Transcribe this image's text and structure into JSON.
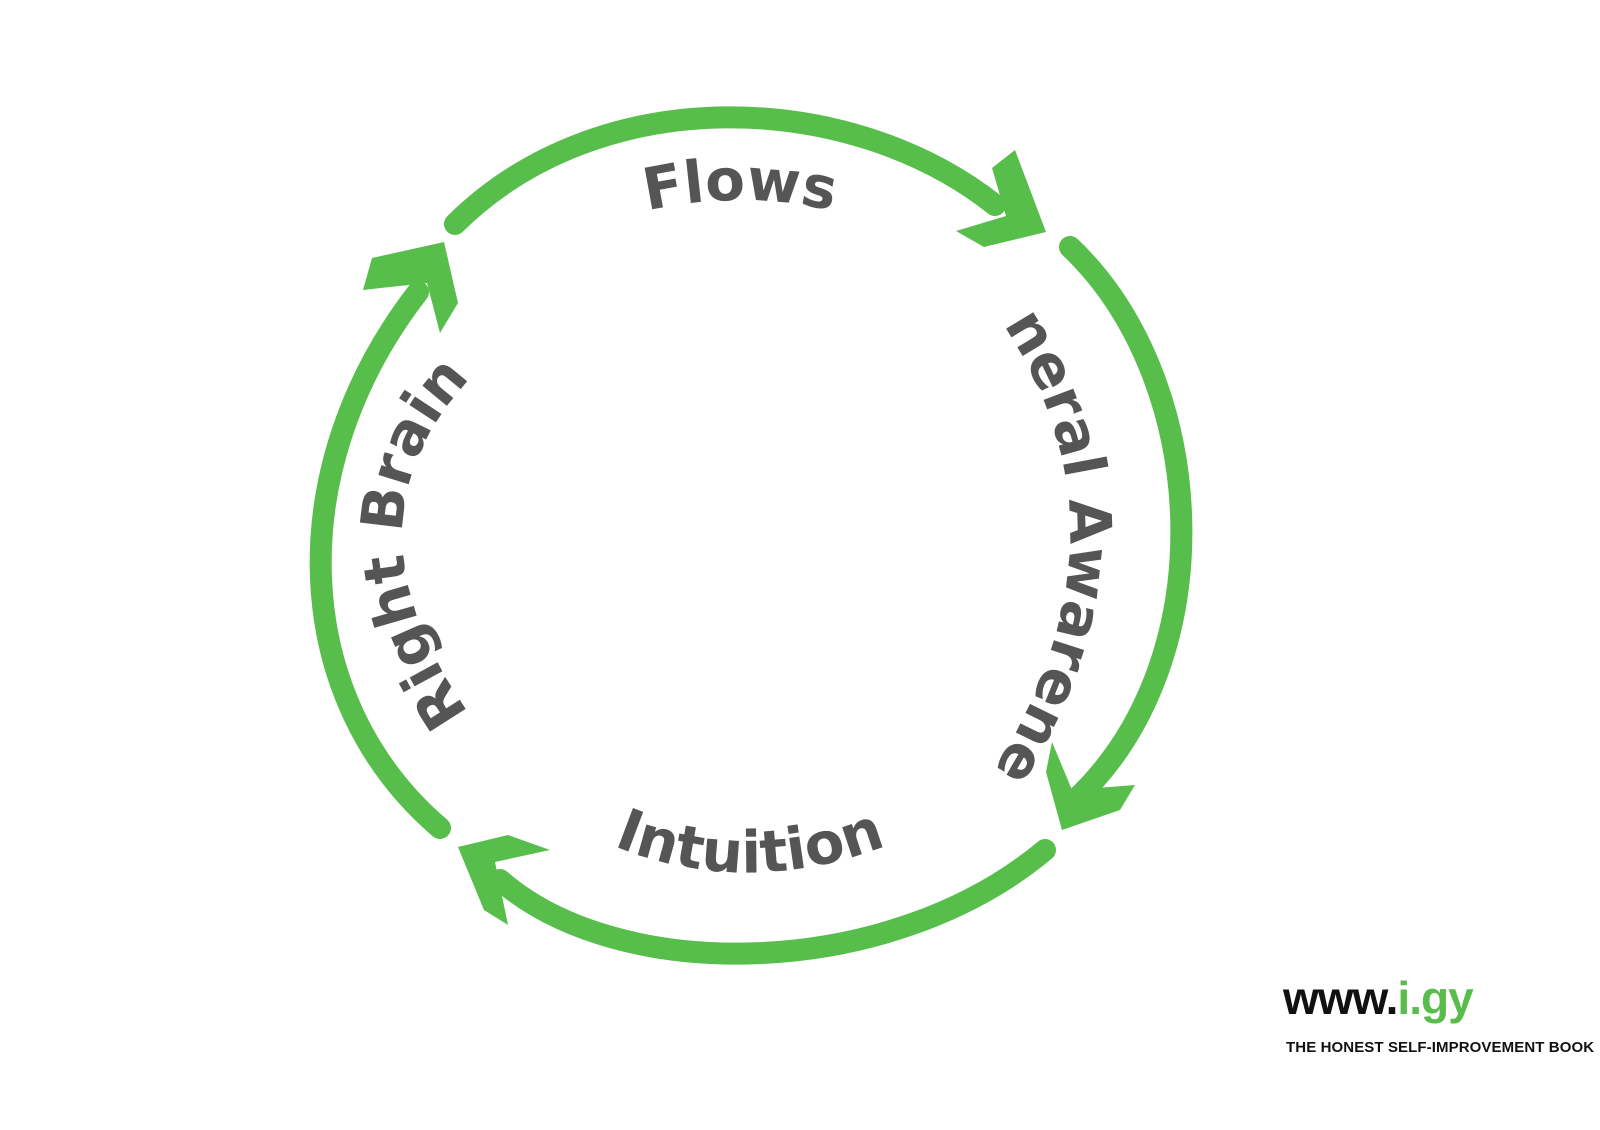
{
  "diagram": {
    "nodes": [
      {
        "id": "flows",
        "label": "Flows"
      },
      {
        "id": "general-awareness",
        "label": "General Awareness"
      },
      {
        "id": "intuition",
        "label": "Intuition"
      },
      {
        "id": "right-brain",
        "label": "Right Brain"
      }
    ],
    "edges": [
      {
        "from": "flows",
        "to": "general-awareness"
      },
      {
        "from": "general-awareness",
        "to": "intuition"
      },
      {
        "from": "intuition",
        "to": "right-brain"
      },
      {
        "from": "right-brain",
        "to": "flows"
      }
    ],
    "arrow_color": "#57be4b",
    "label_color": "#555555"
  },
  "branding": {
    "site_prefix": "www.",
    "site_accent": "i.gy",
    "accent_color": "#57be4b",
    "tagline": "THE HONEST SELF-IMPROVEMENT BOOK"
  }
}
